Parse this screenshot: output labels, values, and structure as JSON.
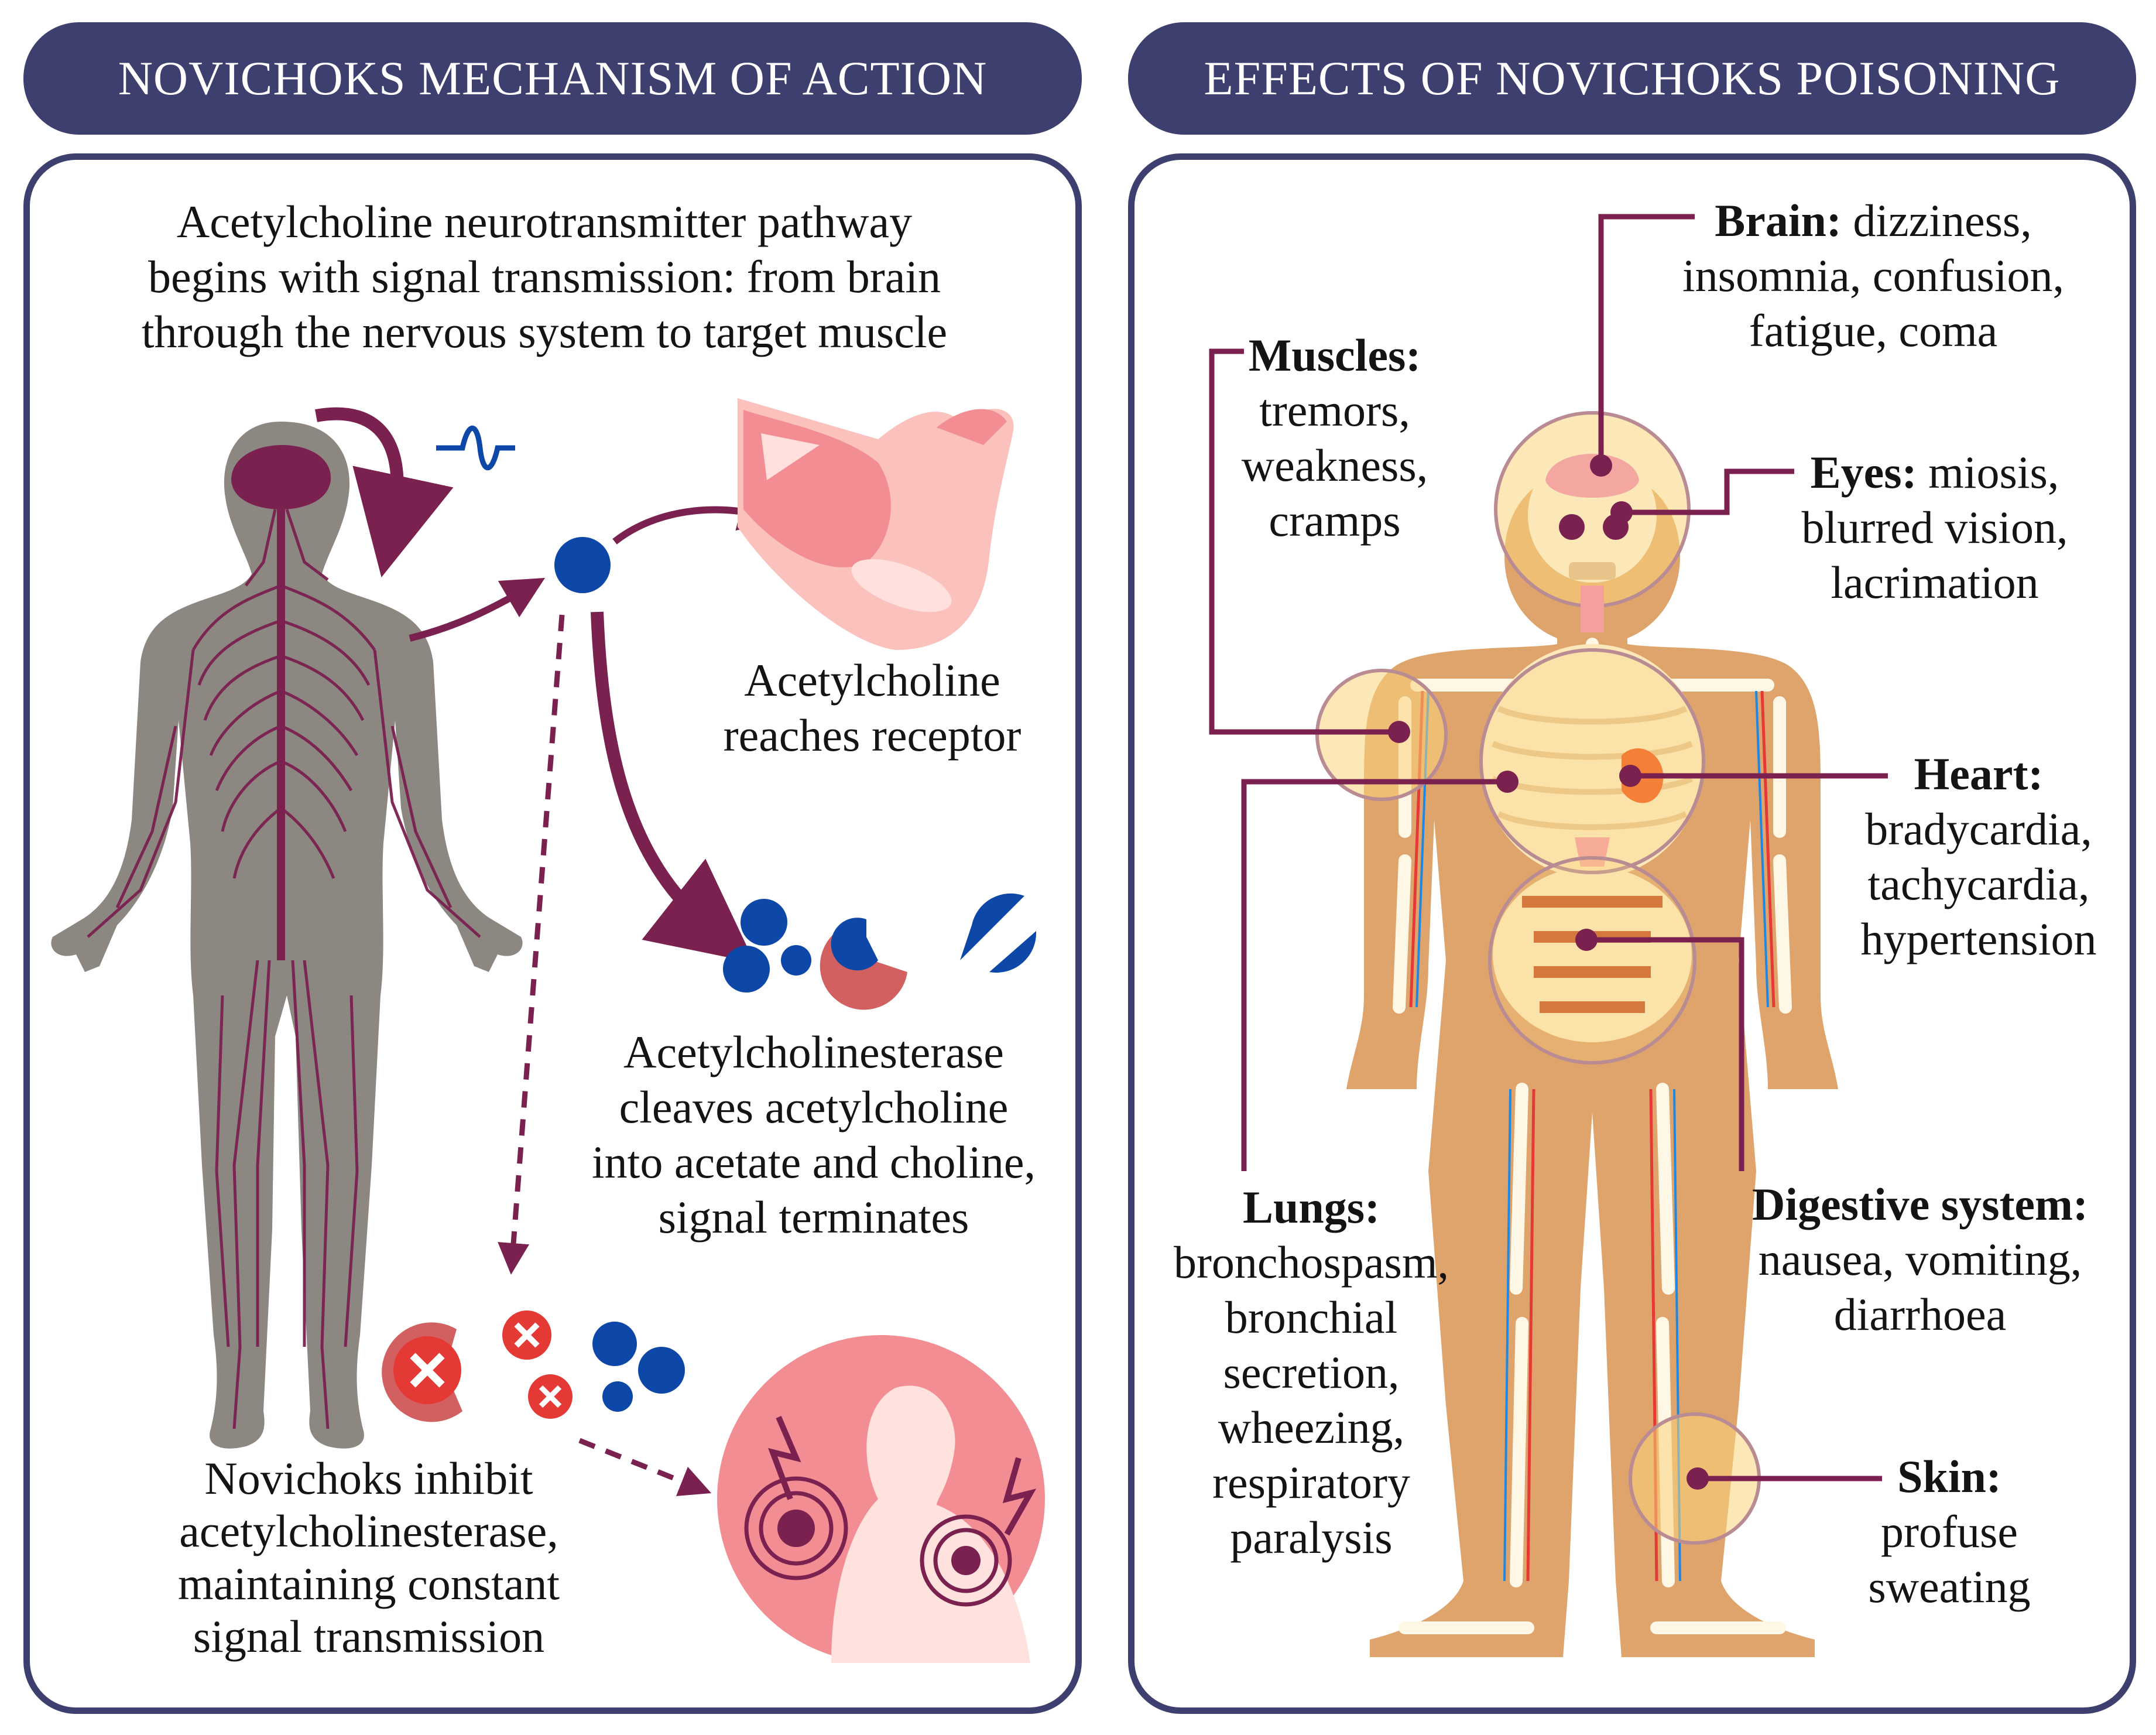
{
  "left": {
    "title": "NOVICHOKS MECHANISM OF ACTION",
    "intro": [
      "Acetylcholine neurotransmitter pathway",
      "begins with signal transmission: from brain",
      "through the nervous system to target muscle"
    ],
    "receptor": [
      "Acetylcholine",
      "reaches receptor"
    ],
    "cleave": [
      "Acetylcholinesterase",
      "cleaves acetylcholine",
      "into acetate and choline,",
      "signal terminates"
    ],
    "inhibit": [
      "Novichoks inhibit",
      "acetylcholinesterase,",
      "maintaining constant",
      "signal transmission"
    ]
  },
  "right": {
    "title": "EFFECTS OF NOVICHOKS POISONING",
    "brain": {
      "label": "Brain:",
      "lines": [
        " dizziness,",
        "insomnia, confusion,",
        "fatigue, coma"
      ]
    },
    "muscles": {
      "label": "Muscles:",
      "lines": [
        "tremors,",
        "weakness,",
        "cramps"
      ]
    },
    "eyes": {
      "label": "Eyes:",
      "lines": [
        " miosis,",
        "blurred vision,",
        "lacrimation"
      ]
    },
    "heart": {
      "label": "Heart:",
      "lines": [
        "bradycardia,",
        "tachycardia,",
        "hypertension"
      ]
    },
    "lungs": {
      "label": "Lungs:",
      "lines": [
        "bronchospasm,",
        "bronchial",
        "secretion,",
        "wheezing,",
        "respiratory",
        "paralysis"
      ]
    },
    "digestive": {
      "label": "Digestive system:",
      "lines": [
        "nausea, vomiting,",
        "diarrhoea"
      ]
    },
    "skin": {
      "label": "Skin:",
      "lines": [
        "profuse",
        "sweating"
      ]
    }
  },
  "colors": {
    "navy": "#3d3f6e",
    "maroon": "#7b2150",
    "blue": "#0d47a8",
    "gray": "#8d8781",
    "pink": "#f28e93",
    "tan": "#dea46c",
    "bone": "#fbe7b8"
  }
}
